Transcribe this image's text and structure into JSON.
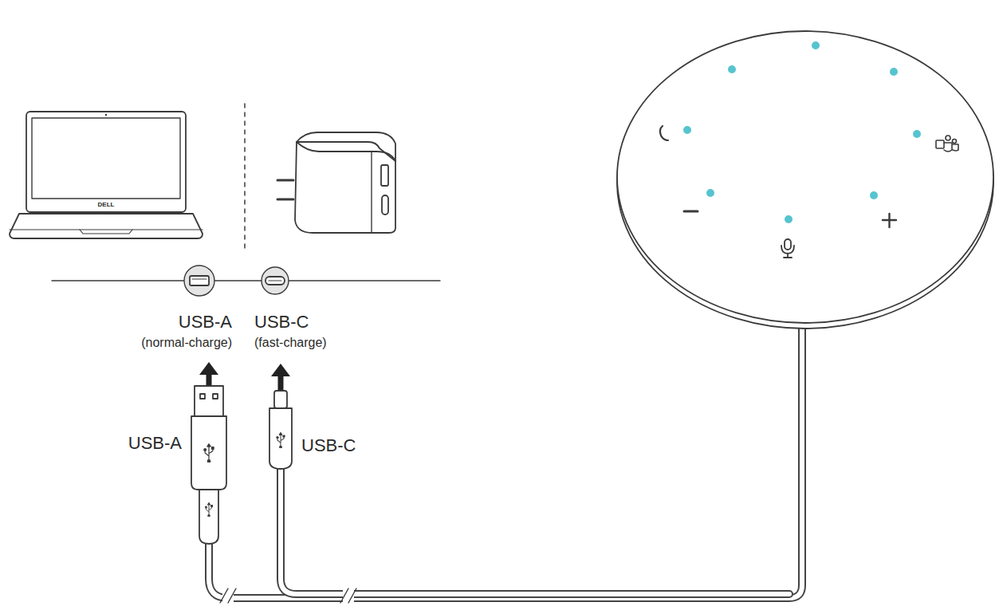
{
  "diagram": {
    "labels": [
      "DELL",
      "USB-A",
      "(normal-charge)",
      "USB-C",
      "(fast-charge)",
      "USB-A",
      "USB-C"
    ]
  }
}
